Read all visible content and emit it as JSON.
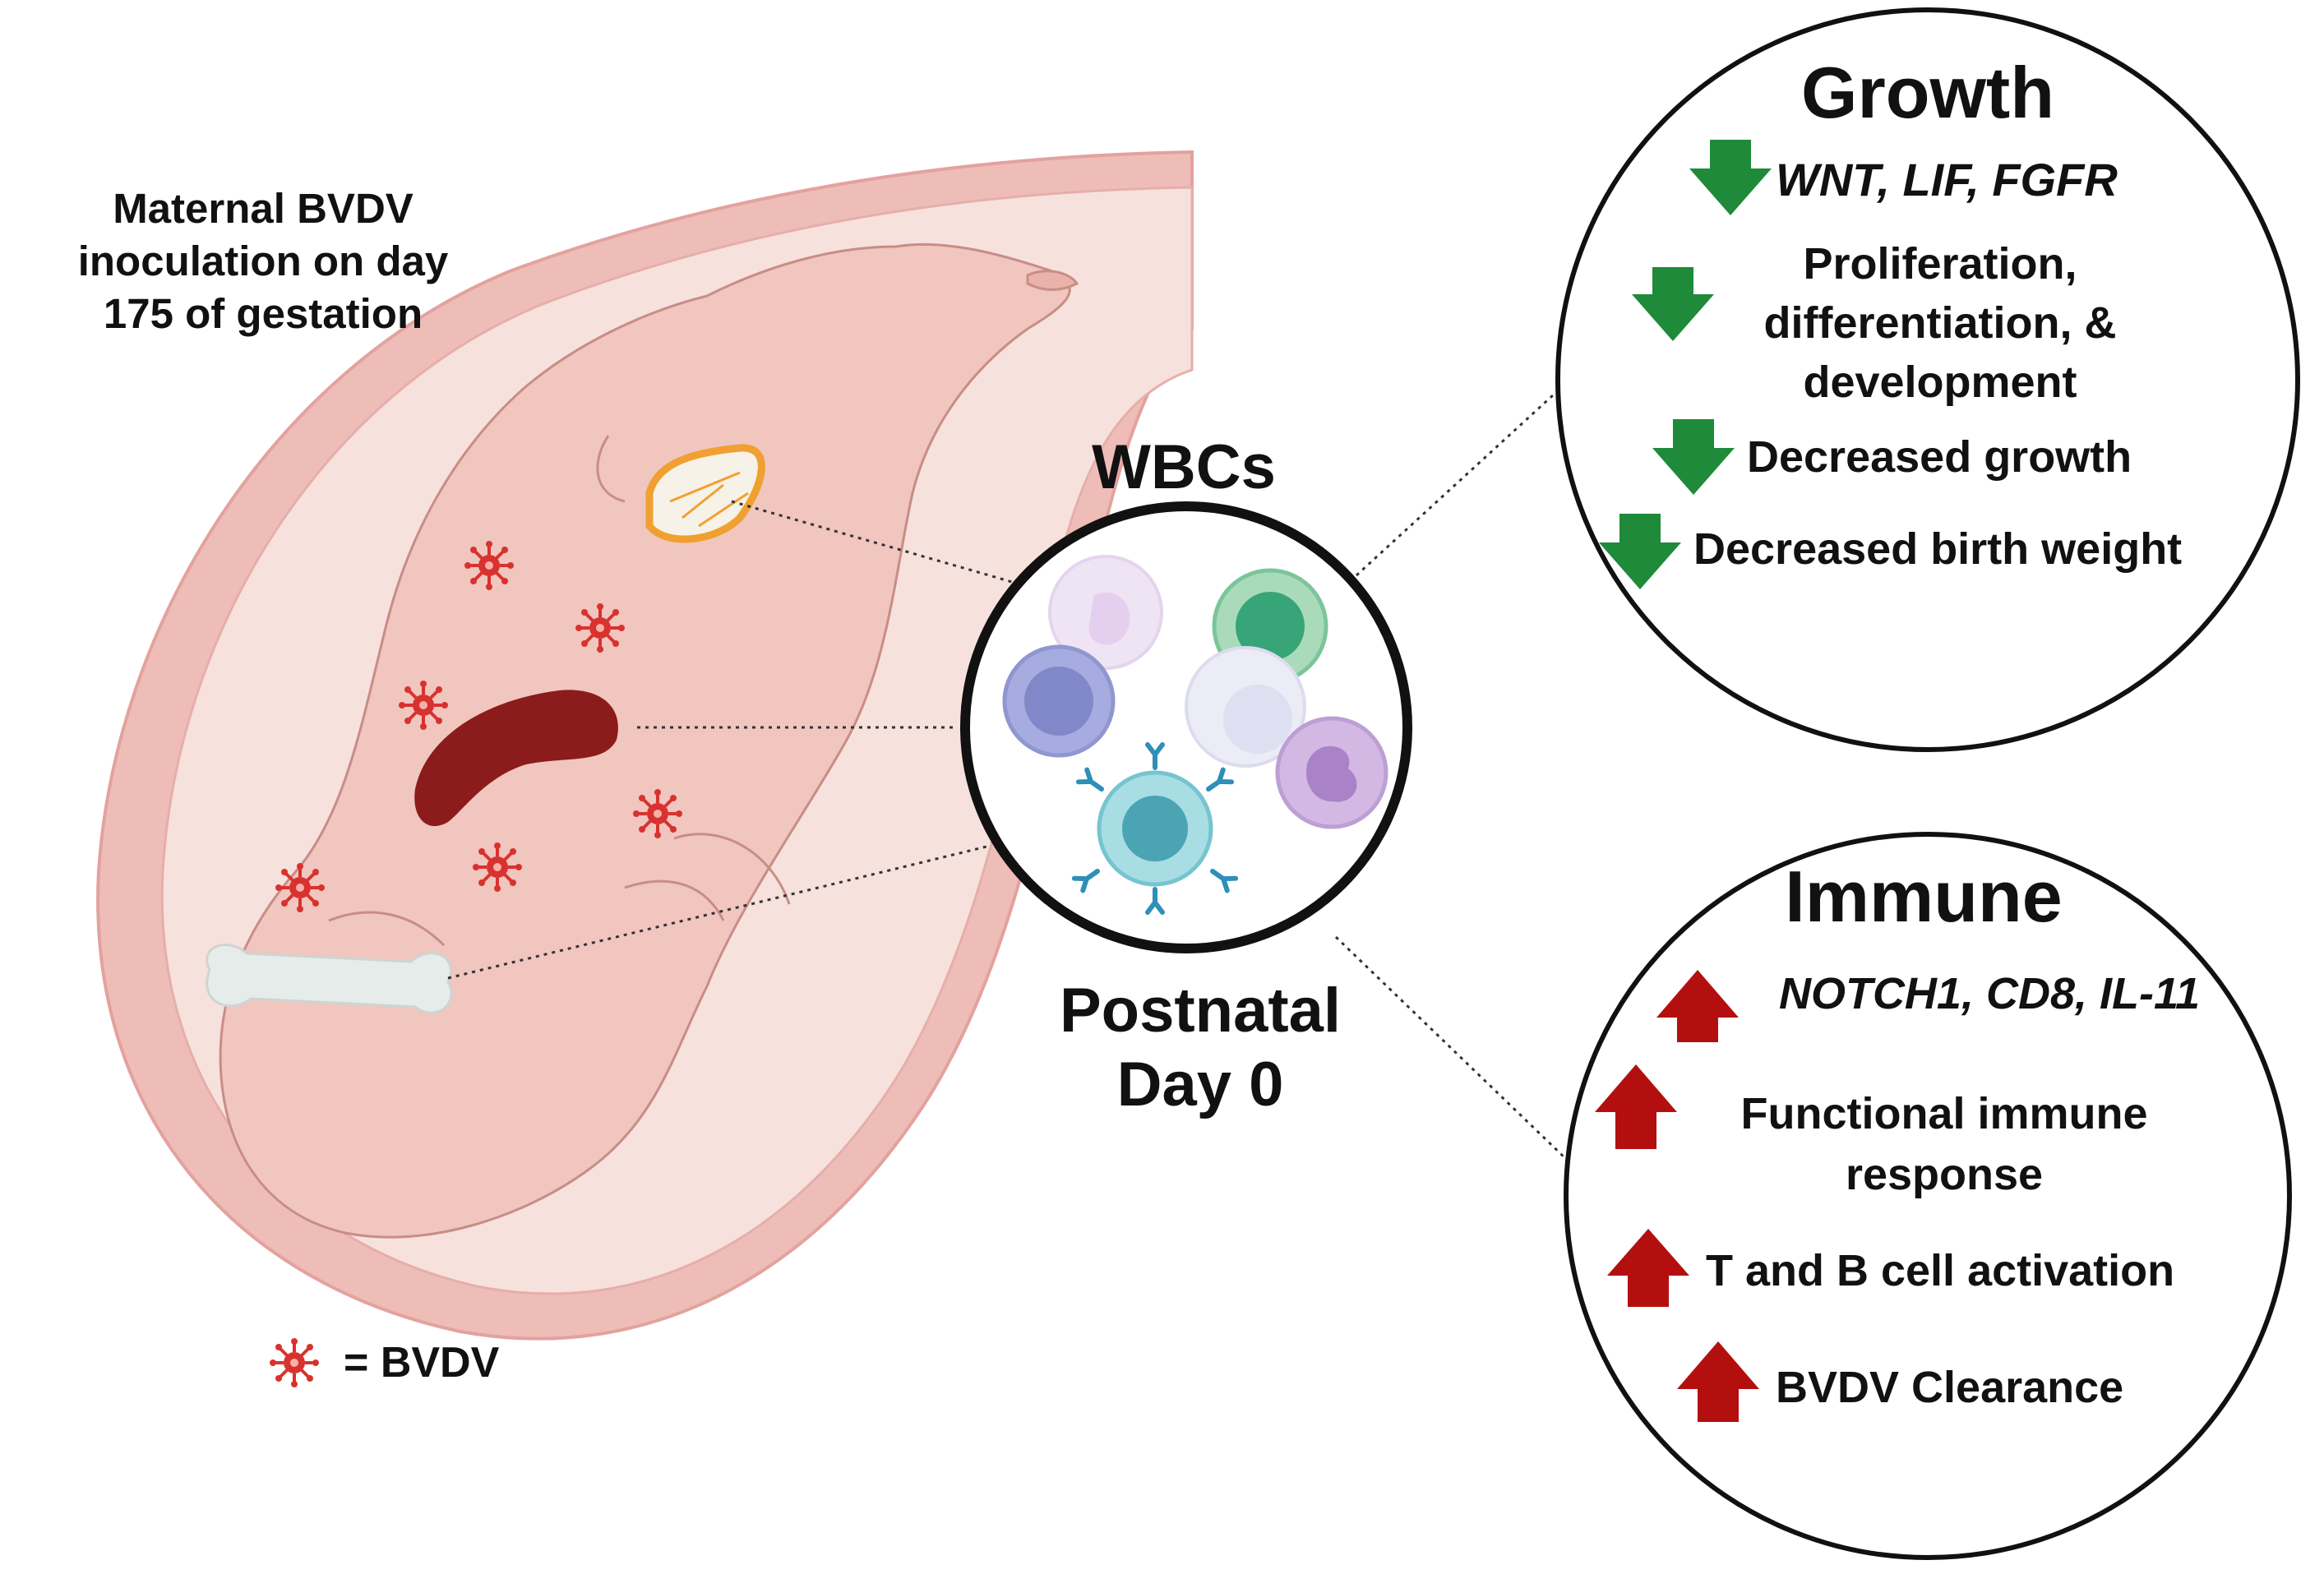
{
  "maternal_note": {
    "line1": "Maternal BVDV",
    "line2": "inoculation on day",
    "line3": "175 of gestation"
  },
  "legend": {
    "text": "= BVDV",
    "icon": "virus-icon"
  },
  "center": {
    "title": "WBCs",
    "subtitle_line1": "Postnatal",
    "subtitle_line2": "Day 0"
  },
  "growth": {
    "title": "Growth",
    "arrow_color": "#1e8a3a",
    "items": [
      {
        "line1": "WNT, LIF, FGFR",
        "italic": true
      },
      {
        "line1": "Proliferation,",
        "line2": "differentiation, &",
        "line3": "development"
      },
      {
        "line1": "Decreased growth"
      },
      {
        "line1": "Decreased birth weight"
      }
    ]
  },
  "immune": {
    "title": "Immune",
    "arrow_color": "#b40f0f",
    "items": [
      {
        "line1": "NOTCH1, CD8, IL-11",
        "italic": true
      },
      {
        "line1": "Functional immune",
        "line2": "response"
      },
      {
        "line1": "T and B cell activation"
      },
      {
        "line1": "BVDV Clearance"
      }
    ]
  },
  "colors": {
    "uterus_wall": "#e9a6a4",
    "uterus_fill": "#f6dcd8",
    "fetus": "#f1c7c0",
    "spleen": "#8c1b1b",
    "virus": "#d8322f",
    "thymus": "#f0a030",
    "bone": "#e6ece9"
  }
}
